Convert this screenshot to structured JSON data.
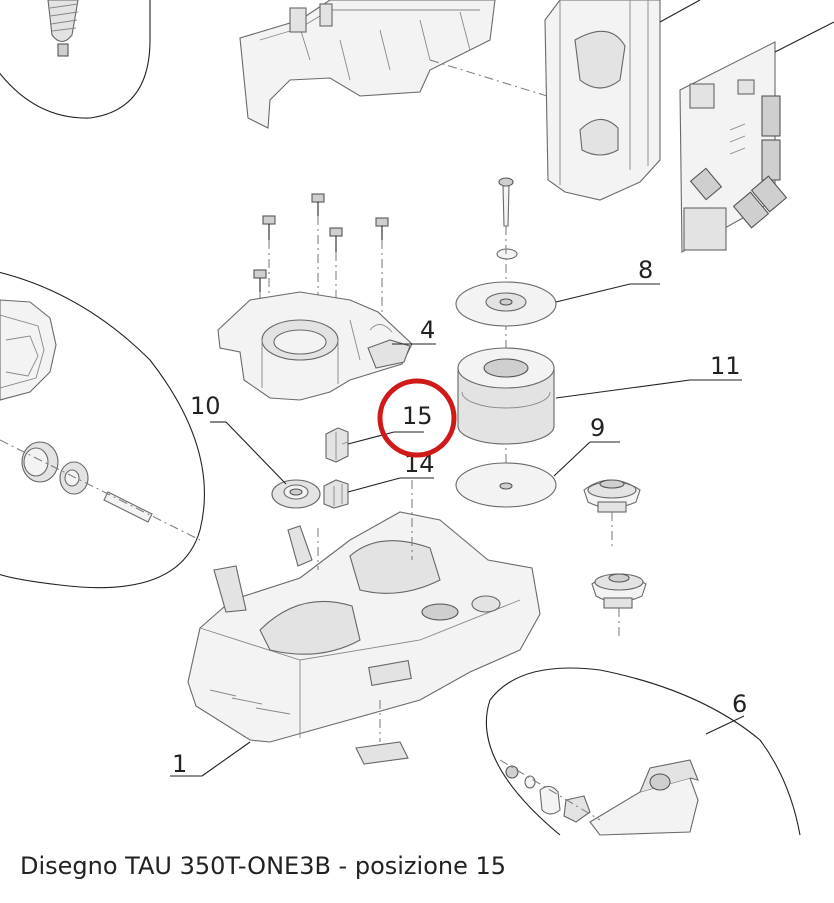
{
  "caption": "Disegno TAU 350T-ONE3B - posizione 15",
  "highlight": {
    "position": "15",
    "color": "#d01a1a"
  },
  "labels": {
    "p1": "1",
    "p4": "4",
    "p6": "6",
    "p8": "8",
    "p9": "9",
    "p10": "10",
    "p11": "11",
    "p14": "14",
    "p15": "15"
  }
}
